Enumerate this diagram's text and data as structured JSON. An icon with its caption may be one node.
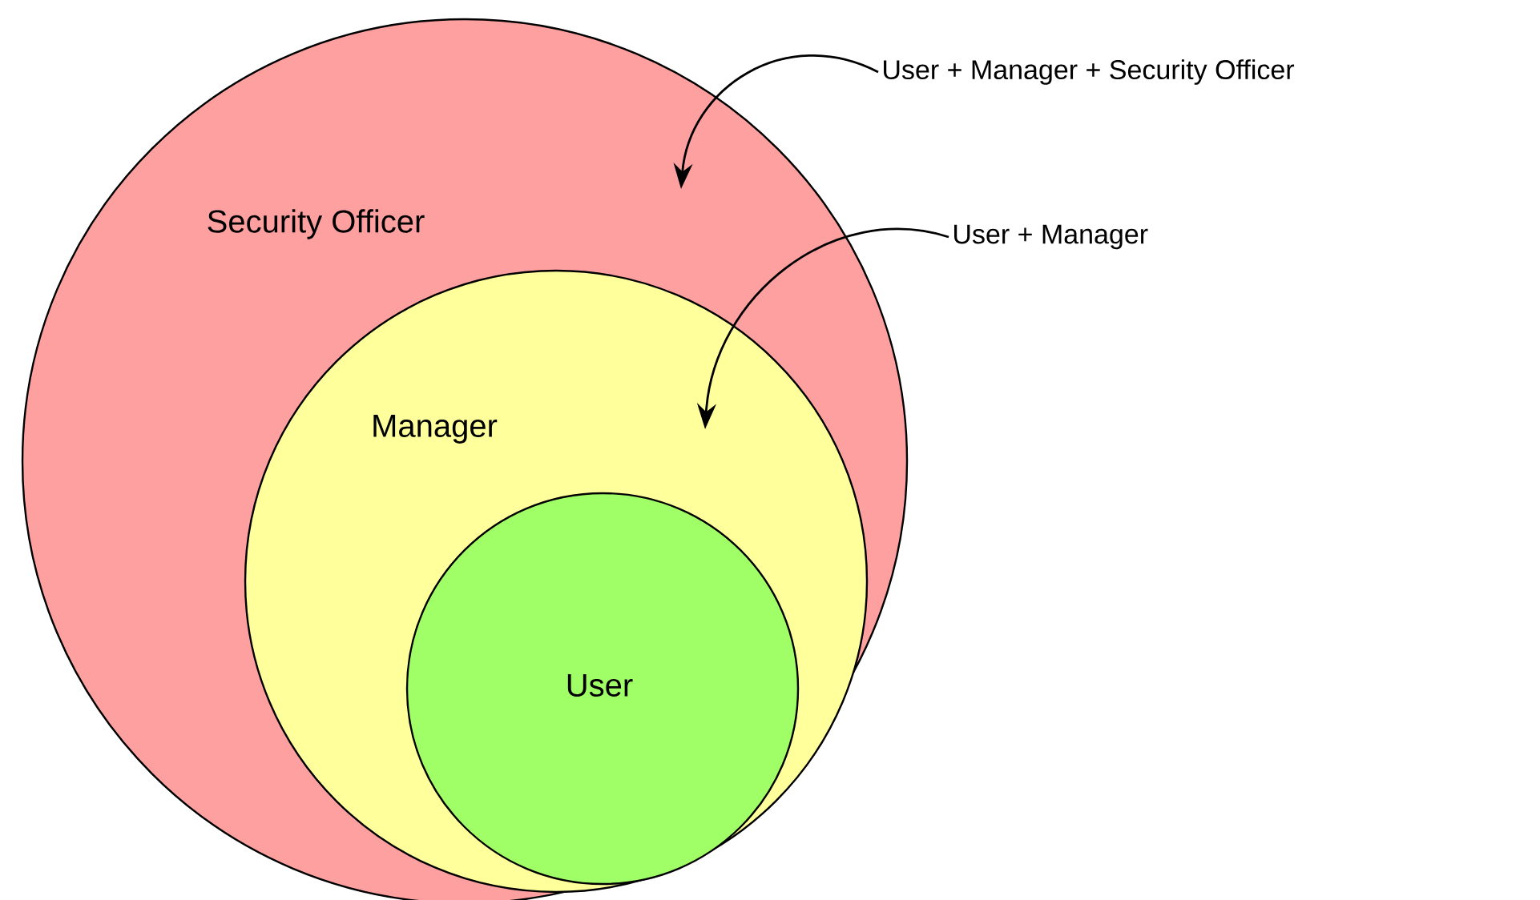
{
  "diagram": {
    "nodes": [
      {
        "text": [
          "Security Officer"
        ]
      },
      {
        "text": [
          "Manager"
        ],
        "in": 0
      },
      {
        "text": [
          "User"
        ],
        "in": 1
      },
      {
        "text": [
          "User + Manager + Security Officer"
        ]
      },
      {
        "text": [
          "User + Manager"
        ]
      }
    ],
    "edges": [
      {
        "from": 3,
        "to": 0,
        "arrow": "to"
      },
      {
        "from": 4,
        "to": 1,
        "arrow": "to"
      }
    ]
  }
}
